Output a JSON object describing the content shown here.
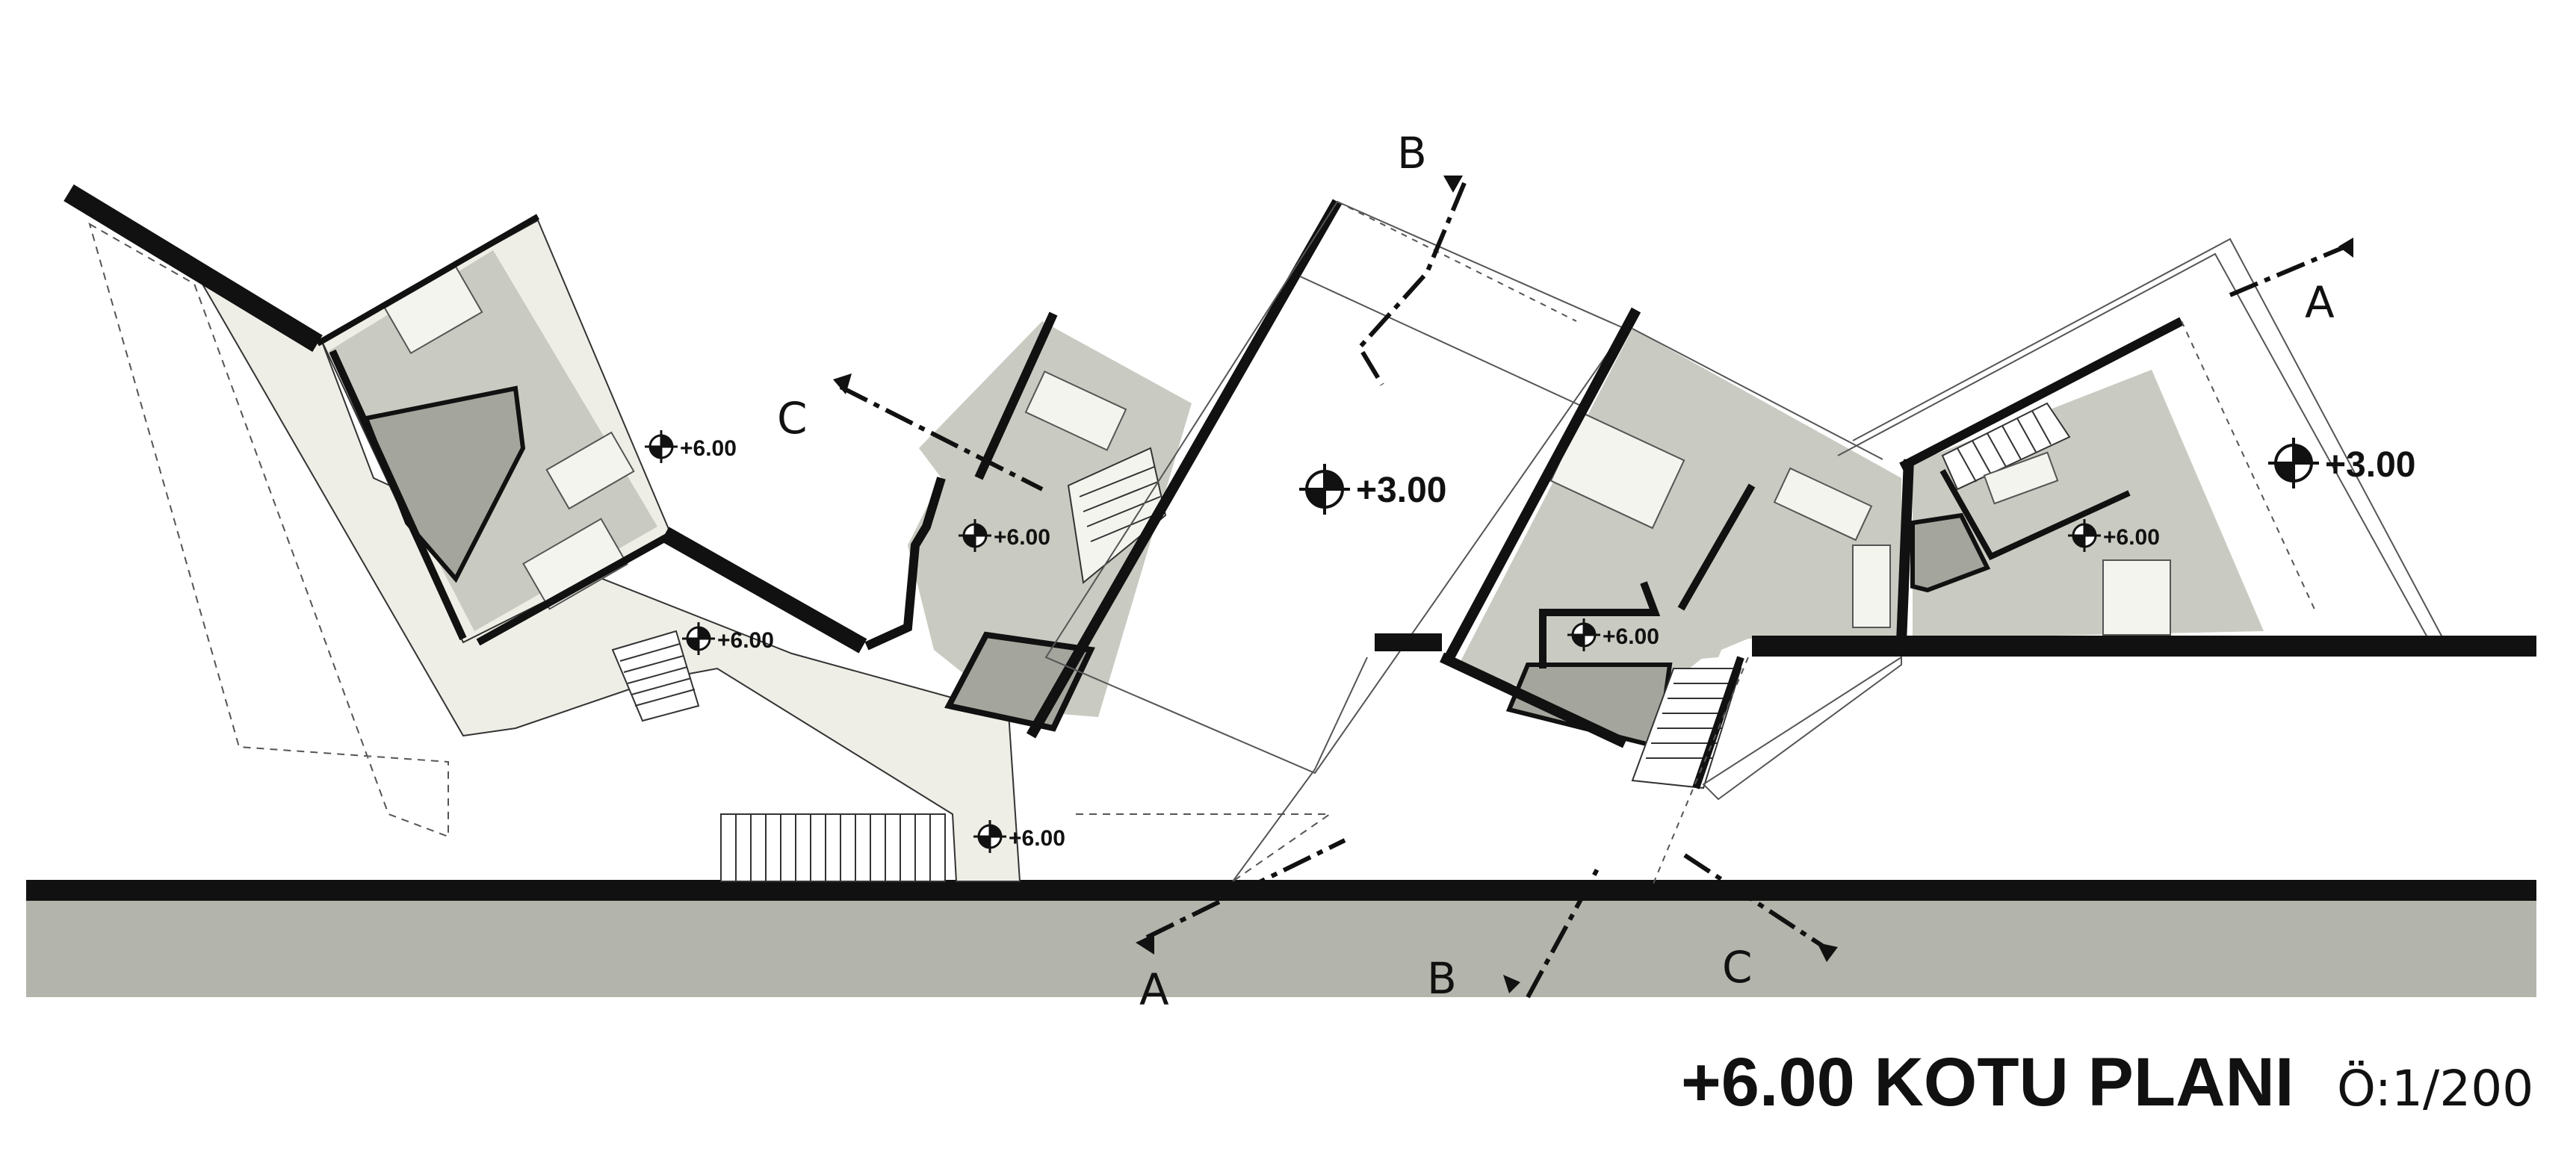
{
  "plan": {
    "title": "+6.00 KOTU PLANI",
    "scale": "Ö:1/200",
    "levels": {
      "left_bedrooms": "+6.00",
      "left_corridor": "+6.00",
      "mid_living": "+6.00",
      "entrance": "+6.00",
      "terrace_mid": "+3.00",
      "right_hall": "+6.00",
      "right_unit": "+6.00",
      "terrace_right": "+3.00"
    },
    "section_labels": {
      "a_top": "A",
      "a_bottom": "A",
      "b_top": "B",
      "b_bottom": "B",
      "c_left": "C",
      "c_bottom": "C"
    }
  },
  "colors": {
    "wall": "#111111",
    "room_gray": "#c9cac1",
    "wet_gray": "#a4a59c",
    "circulation": "#efeee6",
    "road": "#b3b4ab",
    "line": "#555555"
  }
}
